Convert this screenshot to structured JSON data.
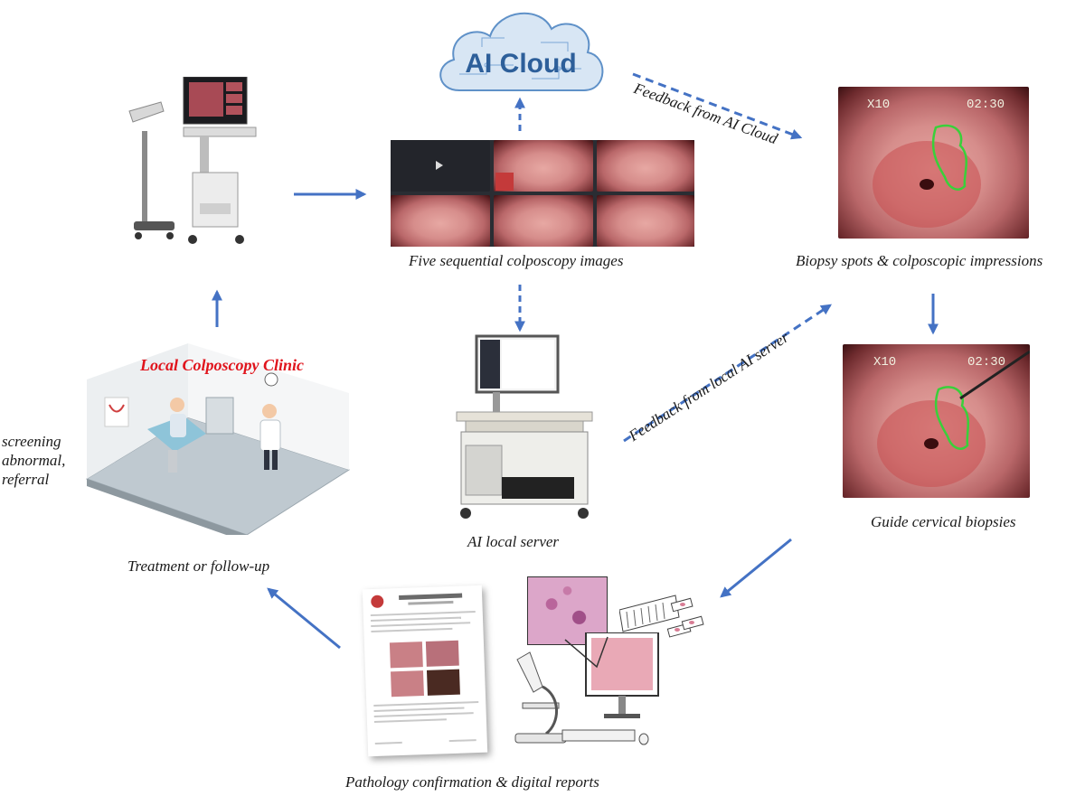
{
  "cloud": {
    "title": "AI Cloud"
  },
  "captions": {
    "five_images": "Five sequential colposcopy images",
    "biopsy_spots": "Biopsy spots & colposcopic impressions",
    "guide_biopsies": "Guide cervical biopsies",
    "ai_local_server": "AI local server",
    "treatment": "Treatment or follow-up",
    "pathology": "Pathology confirmation & digital reports"
  },
  "feedback": {
    "cloud": "Feedback from AI Cloud",
    "local": "Feedback from local AI server"
  },
  "clinic": {
    "title": "Local Colposcopy Clinic",
    "side_note": [
      "screening",
      "abnormal,",
      "referral"
    ]
  },
  "colposcope_overlay": {
    "magnification": "X10",
    "time": "02:30"
  },
  "colors": {
    "arrow": "#4472c4",
    "clinic_title": "#e0141c",
    "lesion_outline": "#39d03a"
  }
}
